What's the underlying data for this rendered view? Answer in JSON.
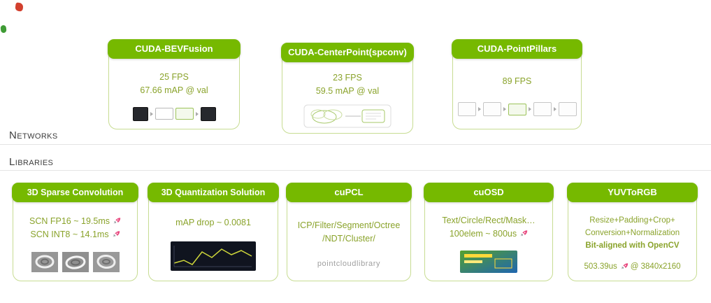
{
  "decorations": {
    "top_left_mark": "red-brush-mark",
    "left_edge_mark": "green-brush-mark"
  },
  "icons": {
    "performance": "rocket-icon",
    "flow_arrow": "arrow-icon"
  },
  "colors": {
    "nvidia_green": "#76b900",
    "card_border_green": "#c7dc92",
    "metric_text_green": "#8aa32b",
    "rule_gray": "#e4e4e4",
    "rocket_pink": "#e8487f"
  },
  "sections": {
    "networks_label": "Networks",
    "libraries_label": "Libraries"
  },
  "networks": {
    "cards": [
      {
        "title": "CUDA-BEVFusion",
        "lines": [
          "25 FPS",
          "67.66 mAP @ val"
        ],
        "thumbnail": "bevfusion-architecture-thumbnail"
      },
      {
        "title": "CUDA-CenterPoint(spconv)",
        "lines": [
          "23 FPS",
          "59.5 mAP @ val"
        ],
        "thumbnail": "centerpoint-architecture-thumbnail"
      },
      {
        "title": "CUDA-PointPillars",
        "lines": [
          "89 FPS"
        ],
        "thumbnail": "pointpillars-architecture-thumbnail"
      }
    ]
  },
  "libraries": {
    "cards": [
      {
        "title": "3D Sparse Convolution",
        "lines": [
          "SCN FP16 ~ 19.5ms",
          "SCN INT8 ~ 14.1ms"
        ],
        "thumbnail": "sparse-conv-feature-thumbnails"
      },
      {
        "title": "3D Quantization Solution",
        "lines": [
          "mAP drop ~ 0.0081"
        ],
        "thumbnail": "quantization-curve-thumbnail"
      },
      {
        "title": "cuPCL",
        "lines": [
          "ICP/Filter/Segment/Octree",
          "/NDT/Cluster/"
        ],
        "logo": "pointcloudlibrary"
      },
      {
        "title": "cuOSD",
        "lines": [
          "Text/Circle/Rect/Mask…",
          "100elem ~ 800us"
        ],
        "thumbnail": "cuosd-demo-thumbnail"
      },
      {
        "title": "YUVToRGB",
        "lines": [
          "Resize+Padding+Crop+",
          "Conversion+Normalization"
        ],
        "bold_line": "Bit-aligned with OpenCV",
        "perf_prefix": "503.39us",
        "perf_suffix": "@ 3840x2160"
      }
    ]
  }
}
